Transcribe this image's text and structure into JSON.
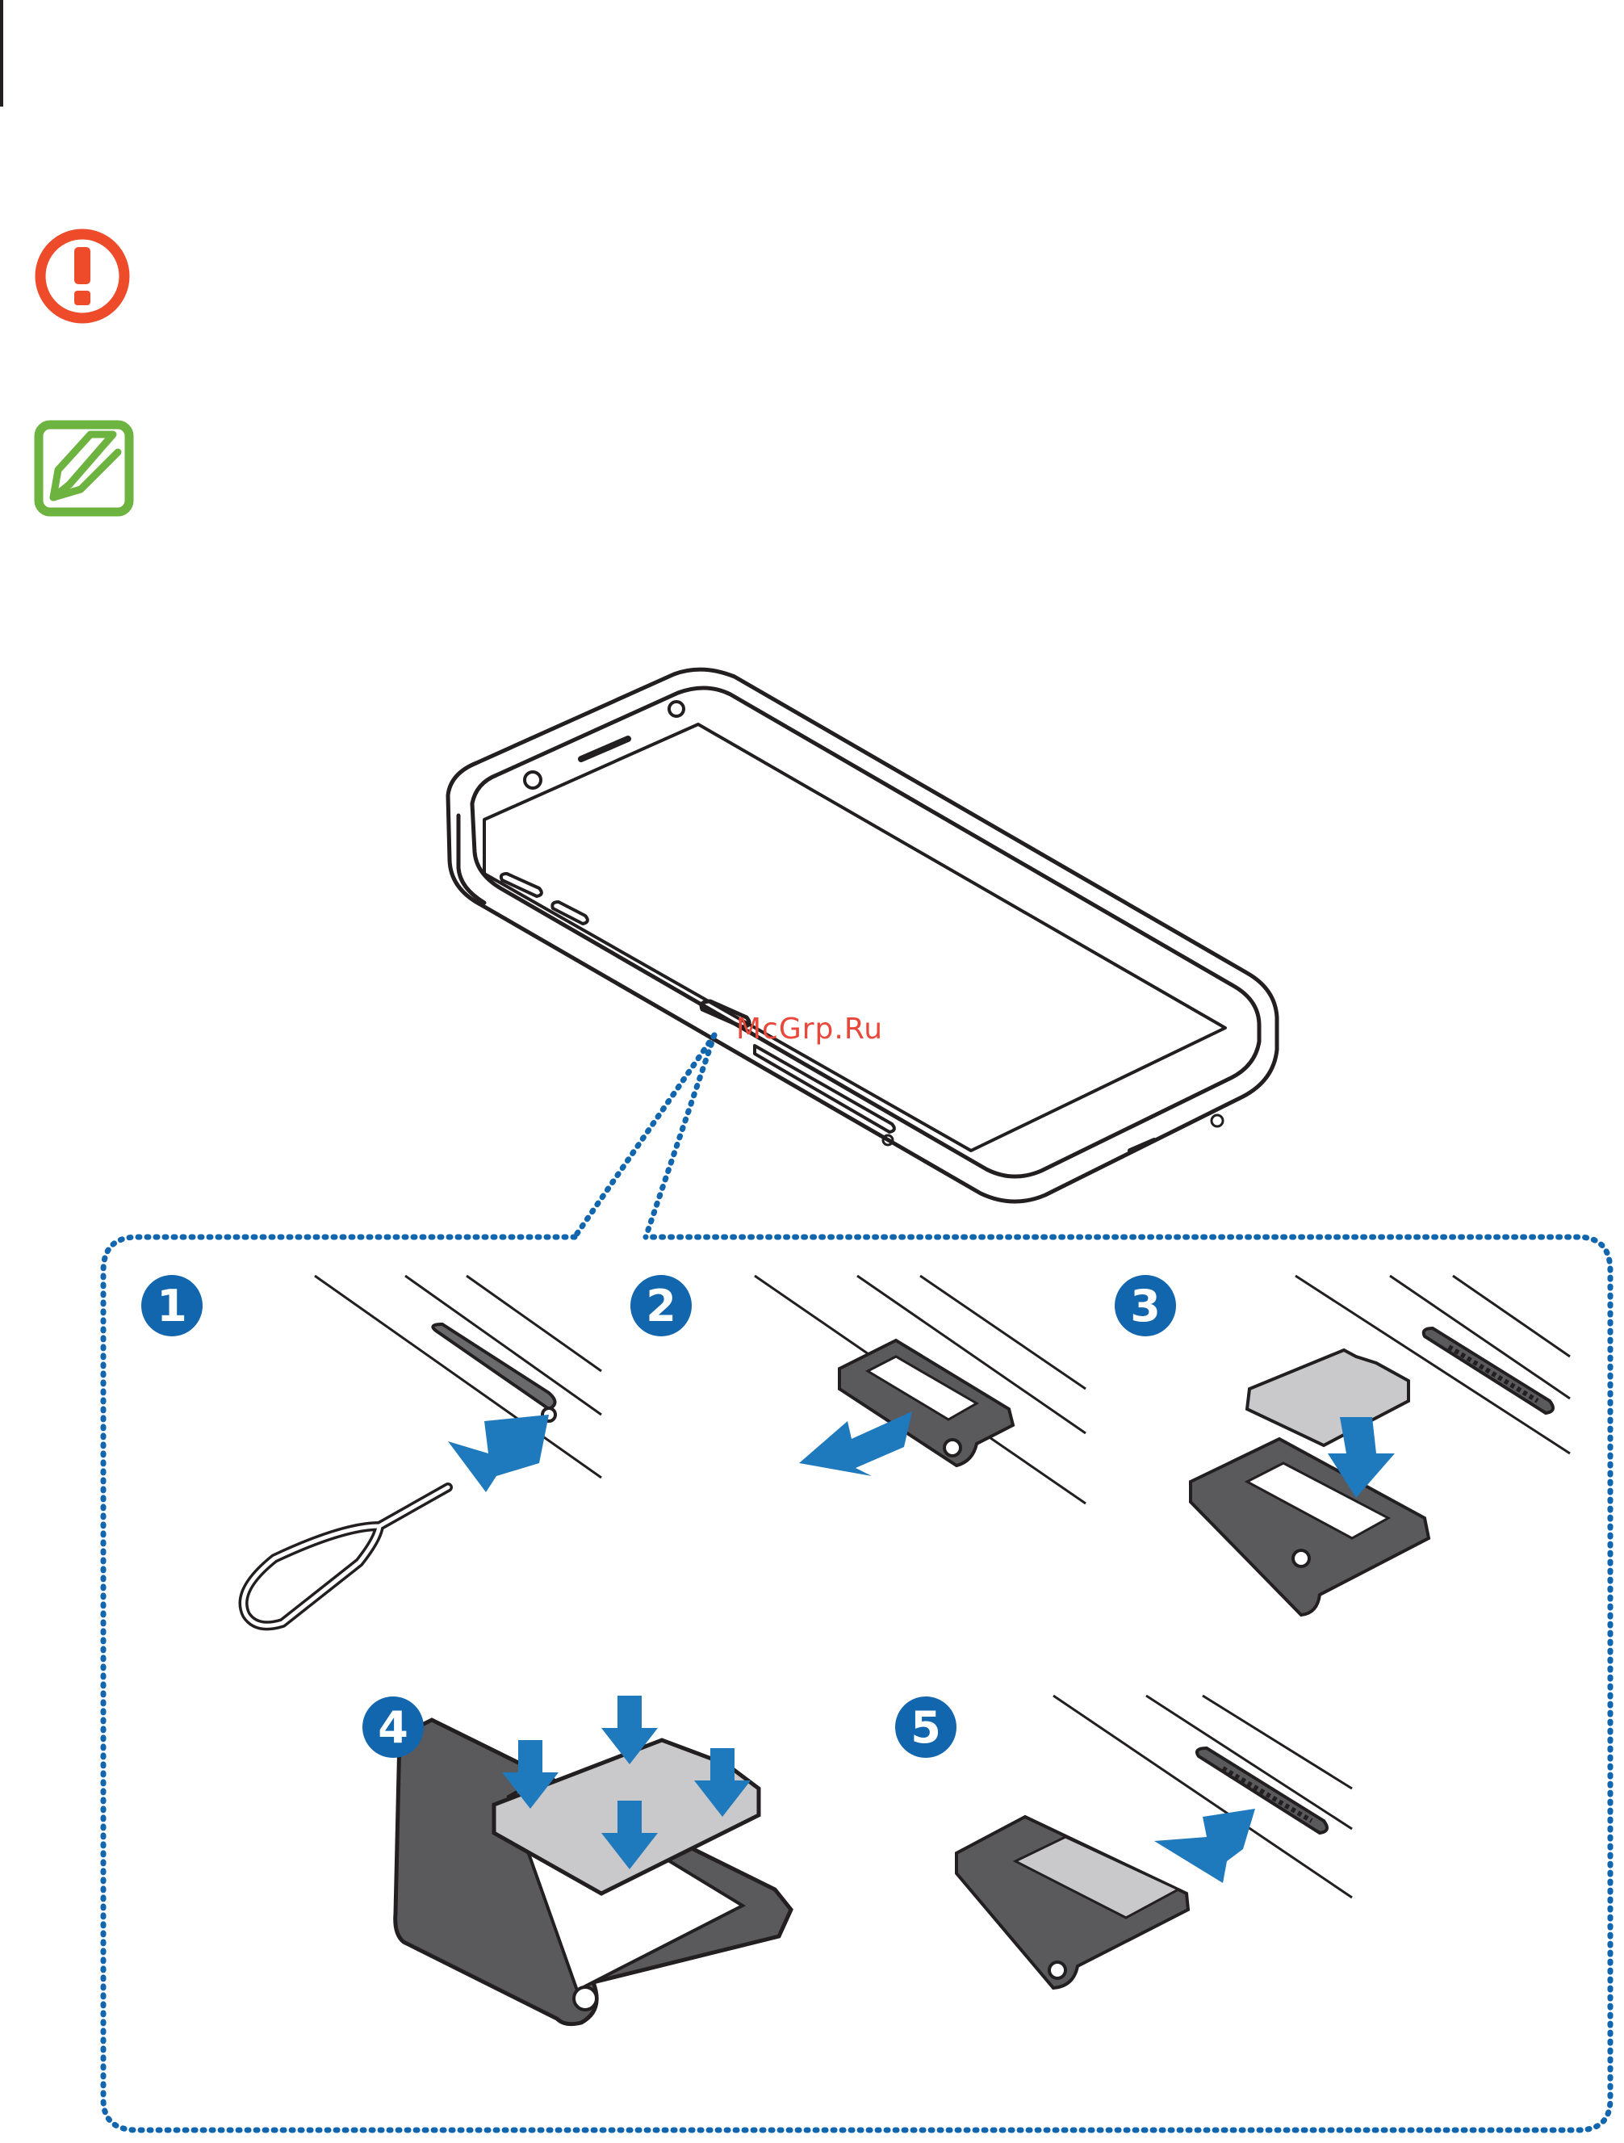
{
  "watermark": {
    "text": "McGrp.Ru"
  },
  "icons": {
    "caution": "caution-exclamation-icon",
    "note": "note-pencil-icon"
  },
  "steps": [
    {
      "number": "1"
    },
    {
      "number": "2"
    },
    {
      "number": "3"
    },
    {
      "number": "4"
    },
    {
      "number": "5"
    }
  ],
  "colors": {
    "caution": "#ee4b2b",
    "note": "#6cb33f",
    "step_badge": "#1266ae",
    "arrow": "#1f79bd",
    "dotted_frame": "#1266ae",
    "line_art": "#231f20",
    "tray_fill": "#5a5a5c",
    "sim_fill": "#c9c9cb"
  }
}
